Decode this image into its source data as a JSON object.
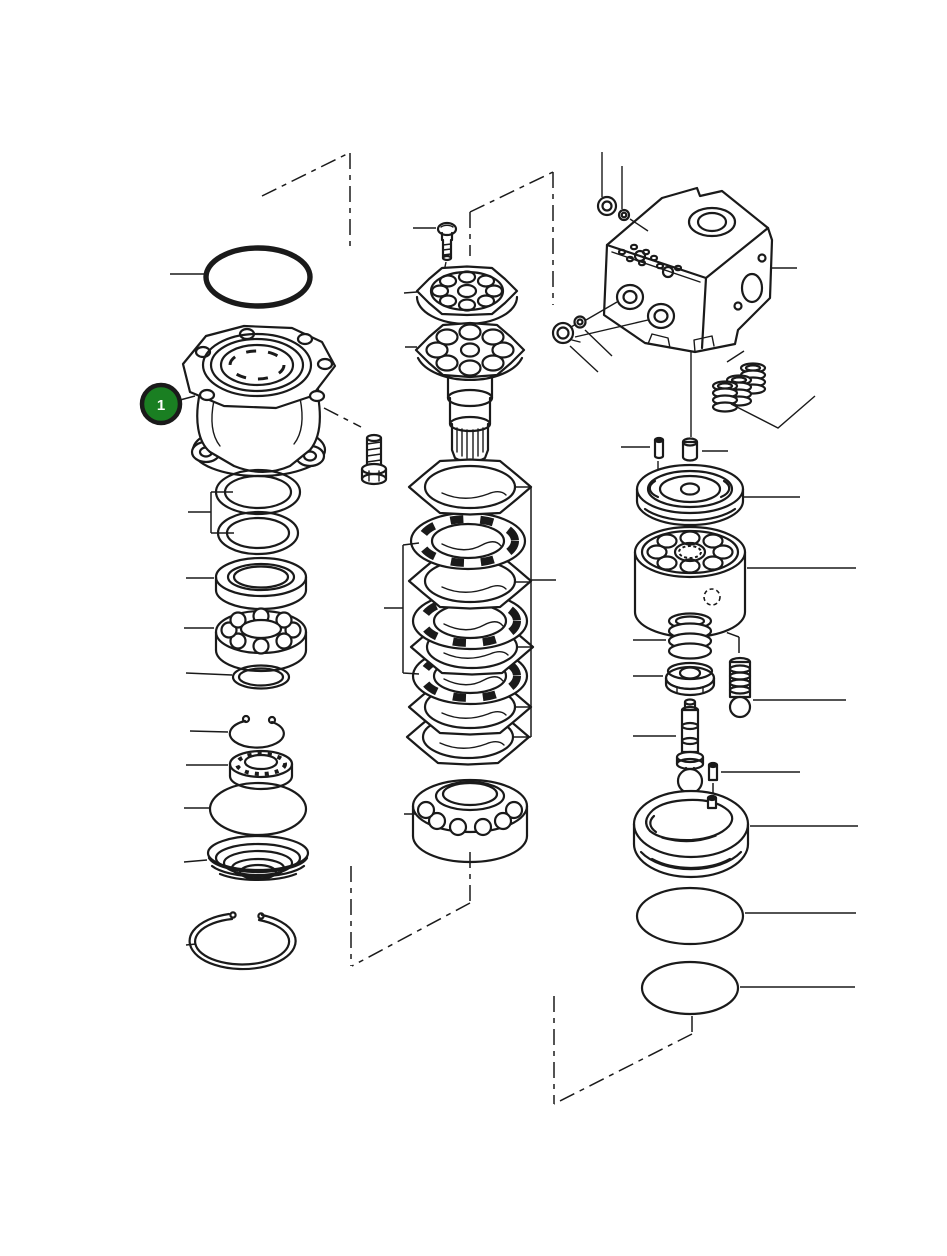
{
  "app": {
    "type": "exploded-parts-diagram",
    "background": "#ffffff",
    "line_color": "#1a1a1a"
  },
  "callout": {
    "label": "1",
    "fill": "#1a7f22",
    "border": "#111111",
    "text_color": "#ffffff"
  },
  "parts": {
    "left_column": [
      "large-o-ring",
      "swing-motor-housing",
      "hex-bolt",
      "seal-ring-upper",
      "seal-ring-lower",
      "oil-seal",
      "ball-bearing",
      "spacer-ring",
      "snap-ring-small",
      "roller-bearing",
      "o-ring",
      "disc-spring-stack",
      "snap-ring-large"
    ],
    "middle_column": [
      "socket-bolt",
      "retainer-plate",
      "drive-shaft-with-gear",
      "separator-plate-stack",
      "friction-plate-stack",
      "ball-bearing-lower"
    ],
    "right_column": [
      "plug-top",
      "washer-top",
      "valve-casing",
      "side-plug",
      "side-washer",
      "spring-set",
      "pin",
      "bushing",
      "valve-plate",
      "cylinder-block",
      "coil-spring",
      "hex-nut",
      "piston",
      "piston-with-spring",
      "dowel-pin",
      "swash-plate",
      "o-ring-upper",
      "o-ring-lower"
    ]
  }
}
